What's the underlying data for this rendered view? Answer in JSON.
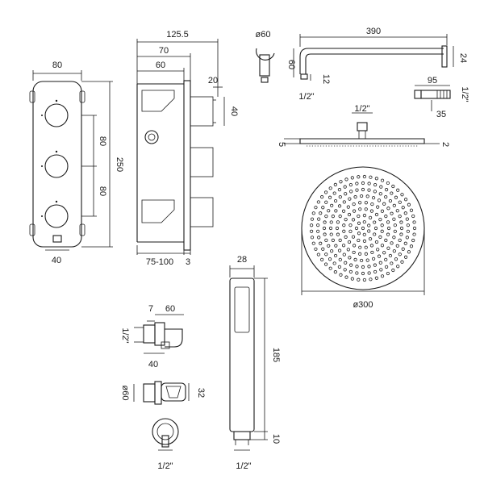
{
  "valve": {
    "width": "80",
    "height": "250",
    "spacing_upper": "80",
    "spacing_lower": "80",
    "bottom_width": "40"
  },
  "valve_side": {
    "overall_depth": "125.5",
    "depth_70": "70",
    "depth_60": "60",
    "cap_20": "20",
    "cap_40": "40",
    "install_depth": "75-100",
    "plate_3": "3"
  },
  "arm": {
    "flange_dia": "ø60",
    "length": "390",
    "drop_60": "60",
    "nut_12": "12",
    "thread": "1/2\"",
    "end_24": "24"
  },
  "elbow": {
    "length": "95",
    "thread": "1/2\"",
    "height": "35"
  },
  "head_side": {
    "thread": "1/2\"",
    "left_thickness": "5",
    "right_thickness": "2"
  },
  "head_face": {
    "diameter": "ø300"
  },
  "handset": {
    "width": "28",
    "length": "185",
    "tail": "10",
    "thread": "1/2\""
  },
  "holder": {
    "dim_7": "7",
    "dim_60": "60",
    "thread_side": "1/2\"",
    "dim_40": "40",
    "flange_dia": "ø60",
    "dim_32": "32",
    "thread_bottom": "1/2\""
  }
}
